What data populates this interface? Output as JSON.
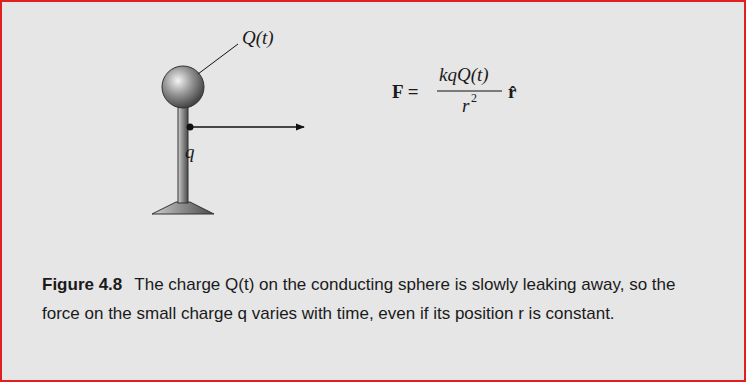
{
  "diagram": {
    "caption": "The charge Q(t) on the conducting sphere is slowly leaking away, so the force on the small charge q varies with time, even if its position r is constant.",
    "labels": [
      "Q(t)",
      "q",
      "F =",
      "kqQ(t)",
      "r",
      "2",
      "r̂",
      "Figure 4.8"
    ]
  }
}
